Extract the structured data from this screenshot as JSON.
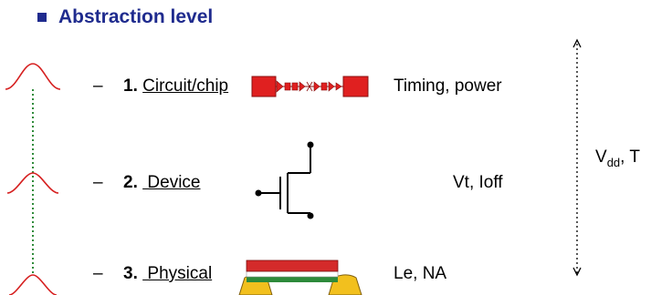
{
  "heading": "Abstraction level",
  "items": [
    {
      "dash": "–",
      "number": "1.",
      "label": "Circuit/chip",
      "params": "Timing, power",
      "icon": "circuit-chain-icon"
    },
    {
      "dash": "–",
      "number": "2.",
      "label": " Device",
      "params": "Vt, Ioff",
      "icon": "transistor-symbol-icon"
    },
    {
      "dash": "–",
      "number": "3.",
      "label": " Physical",
      "params": "Le, NA",
      "icon": "device-cross-section-icon"
    }
  ],
  "side_label": {
    "main": "V",
    "subscript": "dd",
    "rest": ", T"
  },
  "colors": {
    "heading": "#1f2b8e",
    "distribution_curve": "#d62020",
    "connector": "#2e8b3a",
    "circuit_block": "#e02020",
    "gate_red": "#d42a2a",
    "oxide_green": "#2d8a3a",
    "substrate_gold": "#f2c01e"
  }
}
